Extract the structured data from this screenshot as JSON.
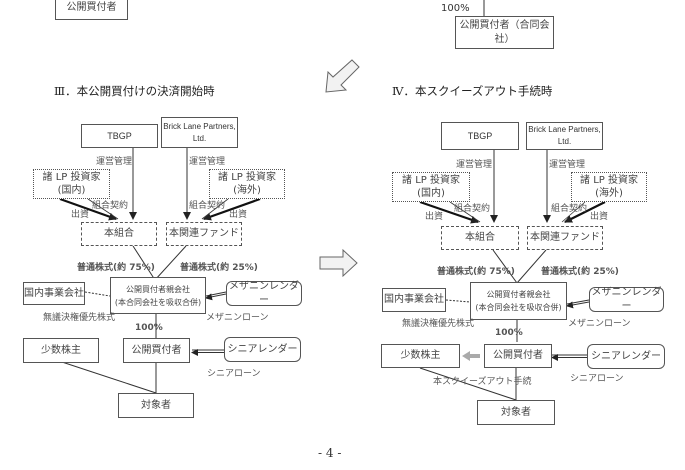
{
  "top": {
    "left_box": "公開買付者",
    "right_percent": "100%",
    "right_box": "公開買付者（合同会社）"
  },
  "section3": {
    "heading": "Ⅲ．本公開買付けの決済開始時",
    "tbgp": "TBGP",
    "brick_lane_line1": "Brick Lane Partners,",
    "brick_lane_line2": "Ltd.",
    "mgmt_left": "運営管理",
    "mgmt_right": "運営管理",
    "lp_domestic_line1": "諸 LP 投資家",
    "lp_domestic_line2": "(国内)",
    "lp_overseas_line1": "諸 LP 投資家",
    "lp_overseas_line2": "(海外)",
    "partnership_contract_left": "組合契約",
    "partnership_contract_right": "組合契約",
    "investment_left": "出資",
    "investment_right": "出資",
    "fund_main": "本組合",
    "fund_related": "本関連ファンド",
    "common_75": "普通株式(約 75%)",
    "common_25": "普通株式(約 25%)",
    "parent_line1": "公開買付者親会社",
    "parent_line2": "(本合同会社を吸収合併)",
    "domestic_company": "国内事業会社",
    "nonvoting_pref": "無議決権優先株式",
    "mezz_lender": "メザニンレンダー",
    "mezz_loan": "メザニンローン",
    "pct_100": "100%",
    "minority": "少数株主",
    "offeror": "公開買付者",
    "senior_lender": "シニアレンダー",
    "senior_loan": "シニアローン",
    "target": "対象者"
  },
  "section4": {
    "heading": "Ⅳ．本スクイーズアウト手続時",
    "tbgp": "TBGP",
    "brick_lane_line1": "Brick Lane Partners,",
    "brick_lane_line2": "Ltd.",
    "mgmt_left": "運営管理",
    "mgmt_right": "運営管理",
    "lp_domestic_line1": "諸 LP 投資家",
    "lp_domestic_line2": "(国内)",
    "lp_overseas_line1": "諸 LP 投資家",
    "lp_overseas_line2": "(海外)",
    "partnership_contract_left": "組合契約",
    "partnership_contract_right": "組合契約",
    "investment_left": "出資",
    "investment_right": "出資",
    "fund_main": "本組合",
    "fund_related": "本関連ファンド",
    "common_75": "普通株式(約 75%)",
    "common_25": "普通株式(約 25%)",
    "parent_line1": "公開買付者親会社",
    "parent_line2": "(本合同会社を吸収合併)",
    "domestic_company": "国内事業会社",
    "nonvoting_pref": "無議決権優先株式",
    "mezz_lender": "メザニンレンダー",
    "mezz_loan": "メザニンローン",
    "pct_100": "100%",
    "minority": "少数株主",
    "offeror": "公開買付者",
    "senior_lender": "シニアレンダー",
    "senior_loan": "シニアローン",
    "squeeze_out": "本スクイーズアウト手続",
    "target": "対象者"
  },
  "footer": {
    "page_number": "- 4 -"
  }
}
